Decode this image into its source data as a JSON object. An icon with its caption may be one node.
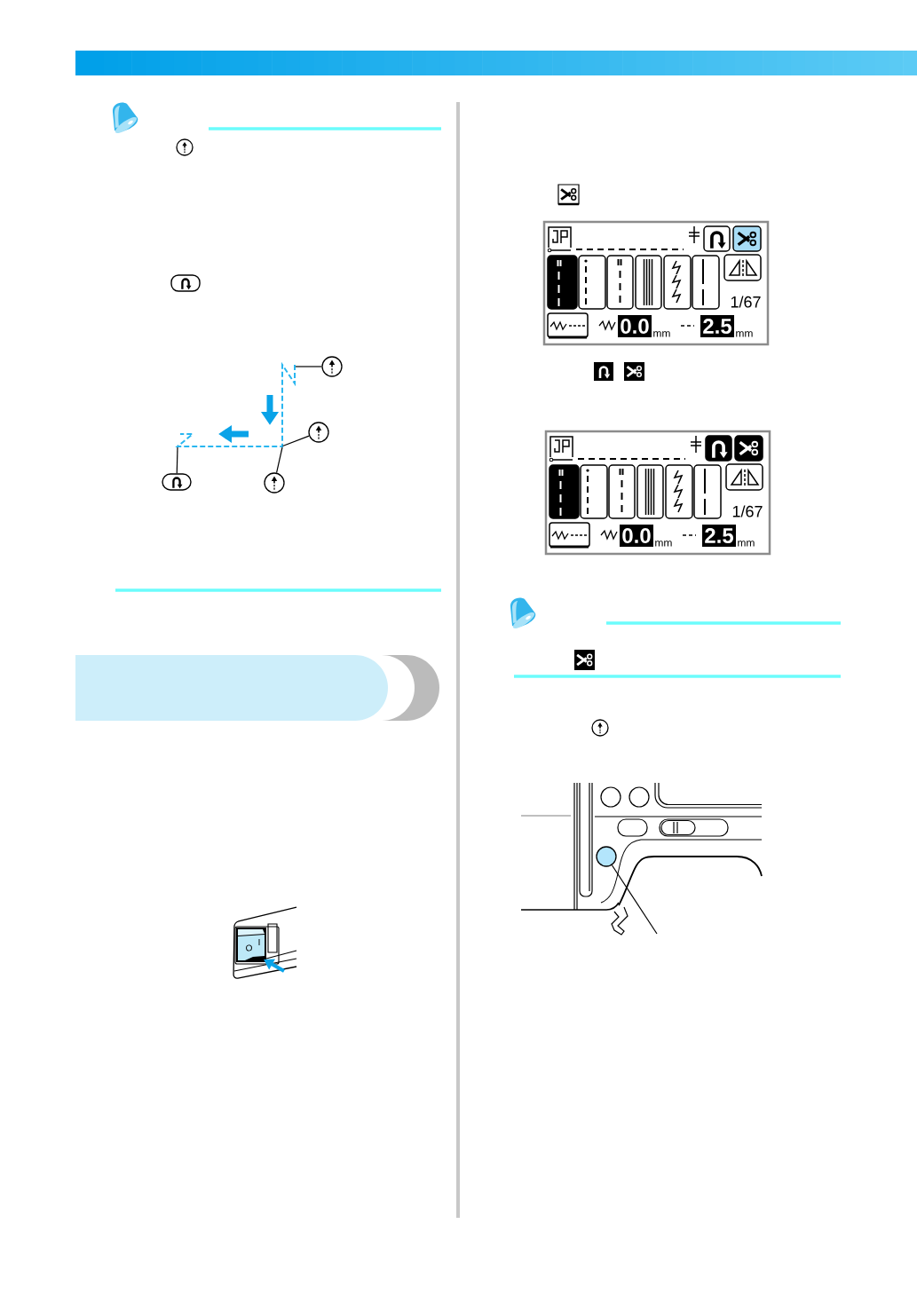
{
  "diagram": {
    "nodes": [
      {
        "text": [],
        "shape": "circle"
      },
      {
        "text": [],
        "shape": "circle"
      },
      {
        "text": [],
        "shape": "box"
      },
      {
        "text": [],
        "shape": "circle"
      },
      {
        "text": [
          "1/67"
        ]
      },
      {
        "text": [
          "0.0"
        ],
        "beside": [
          "mm"
        ],
        "in": 4
      },
      {
        "text": [
          "2.5"
        ],
        "beside": [
          "mm"
        ],
        "in": 4
      },
      {
        "text": [
          "1/67"
        ]
      },
      {
        "text": [
          "0.0"
        ],
        "beside": [
          "mm"
        ],
        "in": 7
      },
      {
        "text": [
          "2.5"
        ],
        "beside": [
          "mm"
        ],
        "in": 7
      },
      {
        "text": [],
        "shape": "circle"
      }
    ],
    "edges": [
      {
        "from": 0,
        "to": null,
        "arrow": "none"
      },
      {
        "from": 1,
        "to": null,
        "arrow": "none"
      },
      {
        "from": 2,
        "to": null,
        "arrow": "none"
      },
      {
        "from": 3,
        "to": null,
        "arrow": "none"
      },
      {
        "from": null,
        "to": 10,
        "arrow": "none"
      }
    ],
    "labels": [
      "O",
      "I"
    ]
  }
}
